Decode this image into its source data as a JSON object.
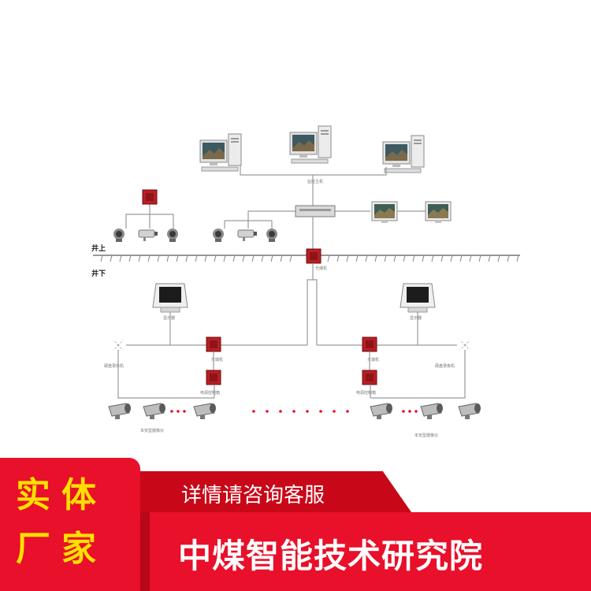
{
  "diagram": {
    "monitor_host_label": "监控主机",
    "above_ground_label": "井上",
    "below_ground_label": "井下",
    "optical_transceiver_top": "光端机",
    "display_left": "显示器",
    "display_right": "显示器",
    "optical_transceiver_left": "光端机",
    "optical_transceiver_right": "光端机",
    "hdd_recorder_left": "硬盘录像机",
    "hdd_recorder_right": "硬盘录像机",
    "power_controller_left": "电源控制箱",
    "power_controller_right": "电源控制箱",
    "ex_camera_left": "本安型摄像仪",
    "ex_camera_right": "本安型摄像仪"
  },
  "banner": {
    "left_line1": "实体",
    "left_line2": "厂家",
    "top_text": "详情请咨询客服",
    "bottom_text": "中煤智能技术研究院"
  },
  "colors": {
    "banner_red": "#e8102a",
    "banner_dark_red": "#c80818",
    "accent_yellow": "#ffe000"
  }
}
